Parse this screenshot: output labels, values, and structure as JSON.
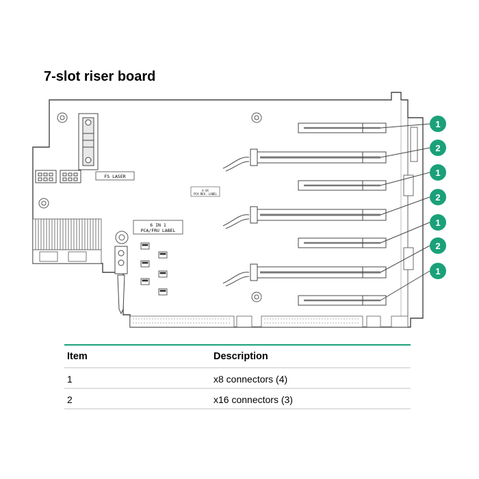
{
  "title": "7-slot riser board",
  "board_labels": {
    "fs_laser": "FS LASER",
    "pca_label_line1": "6 IN 1",
    "pca_label_line2": "PCA/FRU LABEL",
    "small_label_line1": "X XX",
    "small_label_line2": "PCA REV. LABEL"
  },
  "callouts": [
    "1",
    "2",
    "1",
    "2",
    "1",
    "2",
    "1"
  ],
  "table": {
    "headers": [
      "Item",
      "Description"
    ],
    "rows": [
      [
        "1",
        "x8 connectors (4)"
      ],
      [
        "2",
        "x16 connectors (3)"
      ]
    ]
  },
  "colors": {
    "callout_fill": "#1aa179",
    "table_rule": "#1aa179",
    "board_outline": "#444444"
  }
}
